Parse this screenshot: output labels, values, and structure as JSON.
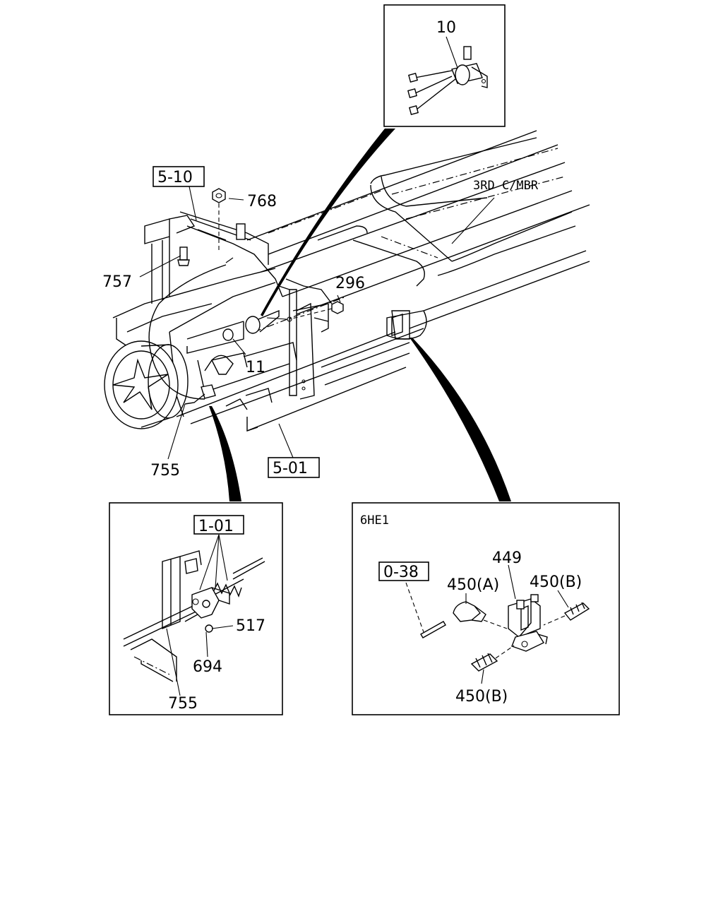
{
  "diagram": {
    "labels": {
      "p10": "10",
      "p5_10": "5-10",
      "p768": "768",
      "p3rd": "3RD C/MBR",
      "p757": "757",
      "p296": "296",
      "p11": "11",
      "p755_main": "755",
      "p5_01": "5-01",
      "p1_01": "1-01",
      "p517": "517",
      "p694": "694",
      "p755_inset": "755",
      "p6he1": "6HE1",
      "p0_38": "0-38",
      "p449": "449",
      "p450a": "450(A)",
      "p450b_1": "450(B)",
      "p450b_2": "450(B)"
    }
  }
}
